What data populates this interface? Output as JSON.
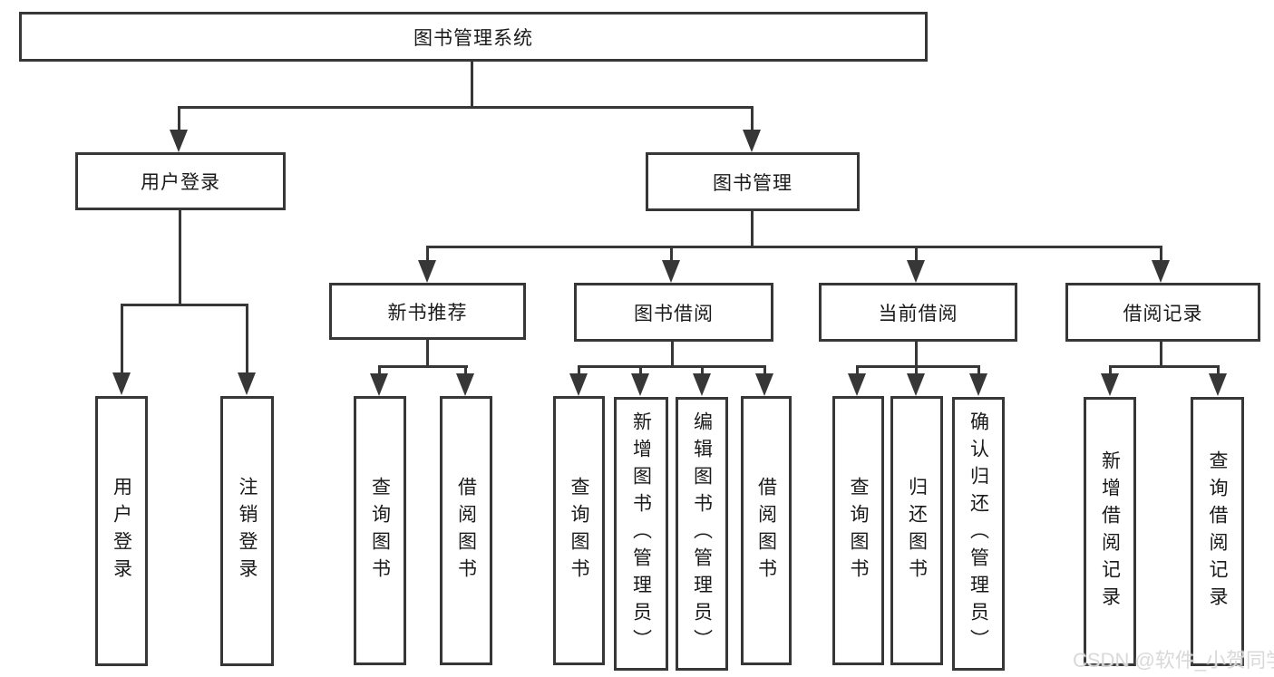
{
  "diagram": {
    "root": {
      "label": "图书管理系统"
    },
    "branches": [
      {
        "label": "用户登录",
        "children": [
          {
            "label": "用户登录"
          },
          {
            "label": "注销登录"
          }
        ]
      },
      {
        "label": "图书管理",
        "children": [
          {
            "label": "新书推荐",
            "children": [
              {
                "label": "查询图书"
              },
              {
                "label": "借阅图书"
              }
            ]
          },
          {
            "label": "图书借阅",
            "children": [
              {
                "label": "查询图书"
              },
              {
                "label": "新增图书（管理员）"
              },
              {
                "label": "编辑图书（管理员）"
              },
              {
                "label": "借阅图书"
              }
            ]
          },
          {
            "label": "当前借阅",
            "children": [
              {
                "label": "查询图书"
              },
              {
                "label": "归还图书"
              },
              {
                "label": "确认归还（管理员）"
              }
            ]
          },
          {
            "label": "借阅记录",
            "children": [
              {
                "label": "新增借阅记录"
              },
              {
                "label": "查询借阅记录"
              }
            ]
          }
        ]
      }
    ],
    "watermark": "CSDN @软件_小贺同学",
    "colors": {
      "line": "#373737",
      "text": "#1a1a1a",
      "background": "#ffffff",
      "watermark": "#d9d9d9"
    }
  }
}
